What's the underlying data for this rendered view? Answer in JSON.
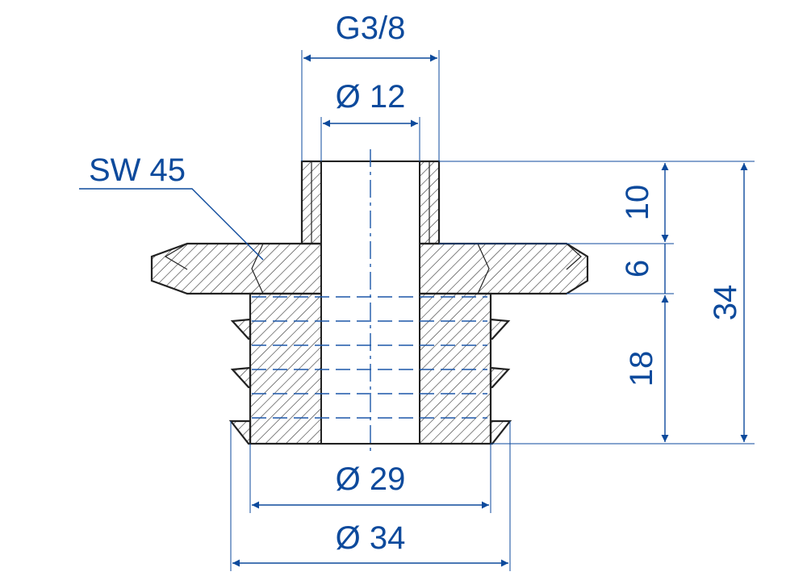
{
  "labels": {
    "thread": "G3/8",
    "bore_diameter": "Ø 12",
    "wrench_size": "SW 45",
    "height_top": "10",
    "height_hex": "6",
    "height_total": "34",
    "height_bottom": "18",
    "diameter_inner": "Ø 29",
    "diameter_outer": "Ø 34"
  },
  "colors": {
    "dimension": "#0d4a9c",
    "outline": "#222222"
  }
}
